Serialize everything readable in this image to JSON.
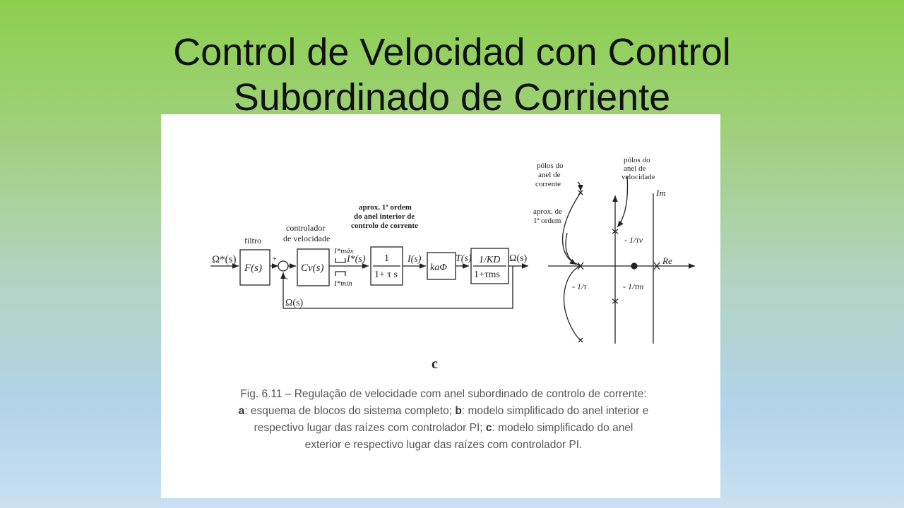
{
  "slide": {
    "title_line_1": "Control de Velocidad con Control",
    "title_line_2": "Subordinado de Corriente"
  },
  "block_diagram": {
    "input_label": "Ω*(s)",
    "filter_label": "filtro",
    "filter_block": "F(s)",
    "plus_sign": "+",
    "minus_sign": "-",
    "controller_label_1": "controlador",
    "controller_label_2": "de velocidade",
    "controller_block": "Cv(s)",
    "imax_label": "I*máx",
    "imin_label": "I*mín",
    "current_ref_label": "I*(s)",
    "approx_label_1": "aprox. 1ª ordem",
    "approx_label_2": "do anel interior de",
    "approx_label_3": "controlo de corrente",
    "current_block_num": "1",
    "current_block_den": "1+ τ s",
    "current_label": "I(s)",
    "torque_block": "kaΦ",
    "torque_label": "T(s)",
    "mech_block_num": "1/KD",
    "mech_block_den": "1+τms",
    "output_label": "Ω(s)",
    "feedback_label": "Ω(s)"
  },
  "root_locus": {
    "current_poles_label_1": "pólos do",
    "current_poles_label_2": "anel de",
    "current_poles_label_3": "corrente",
    "approx_label_1": "aprox. de",
    "approx_label_2": "1ª ordem",
    "speed_poles_label_1": "pólos do",
    "speed_poles_label_2": "anel de",
    "speed_poles_label_3": "velocidade",
    "im_axis": "Im",
    "re_axis": "Re",
    "pole_tau_v": "- 1/τv",
    "pole_tau": "- 1/τ",
    "pole_tau_m": "- 1/τm"
  },
  "figure_letter": "c",
  "caption": {
    "line_1": "Fig. 6.11 – Regulação de velocidade com anel subordinado de controlo de corrente:",
    "line_2a": "a",
    "line_2b": ": esquema de blocos do sistema completo; ",
    "line_2c": "b",
    "line_2d": ": modelo simplificado do anel interior e",
    "line_3a": "respectivo lugar das raízes com controlador PI; ",
    "line_3b": "c",
    "line_3c": ": modelo simplificado do anel",
    "line_4": "exterior e respectivo lugar das raízes com controlador PI."
  }
}
